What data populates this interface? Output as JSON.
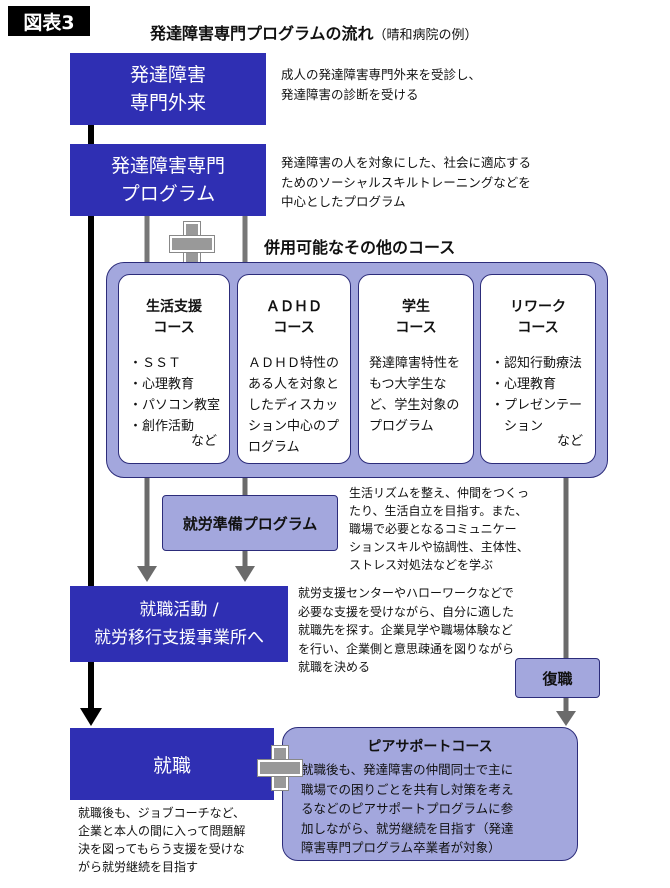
{
  "figure_label": "図表3",
  "title": "発達障害専門プログラムの流れ",
  "title_note": "（晴和病院の例）",
  "steps": {
    "outpatient": {
      "label": "発達障害\n専門外来",
      "desc": "成人の発達障害専門外来を受診し、\n発達障害の診断を受ける"
    },
    "program": {
      "label": "発達障害専門\nプログラム",
      "desc": "発達障害の人を対象にした、社会に適応する\nためのソーシャルスキルトレーニングなどを\n中心としたプログラム"
    },
    "other_courses_title": "併用可能なその他のコース",
    "courses": [
      {
        "title": "生活支援\nコース",
        "body": "・ＳＳＴ\n・心理教育\n・パソコン教室\n・創作活動",
        "etc": "など"
      },
      {
        "title": "ＡＤＨＤ\nコース",
        "body": "ＡＤＨＤ特性の\nある人を対象と\nしたディスカッ\nション中心のプ\nログラム",
        "etc": ""
      },
      {
        "title": "学生\nコース",
        "body": "発達障害特性を\nもつ大学生な\nど、学生対象の\nプログラム",
        "etc": ""
      },
      {
        "title": "リワーク\nコース",
        "body": "・認知行動療法\n・心理教育\n・プレゼンテー\n　ション",
        "etc": "など"
      }
    ],
    "work_prep": {
      "label": "就労準備プログラム",
      "desc": "生活リズムを整え、仲間をつくっ\nたり、生活自立を目指す。また、\n職場で必要となるコミュニケー\nションスキルや協調性、主体性、\nストレス対処法などを学ぶ"
    },
    "job_hunting": {
      "label": "就職活動 /\n就労移行支援事業所へ",
      "desc": "就労支援センターやハローワークなどで\n必要な支援を受けながら、自分に適した\n就職先を探す。企業見学や職場体験など\nを行い、企業側と意思疎通を図りながら\n就職を決める"
    },
    "return_to_work": {
      "label": "復職"
    },
    "employment": {
      "label": "就職",
      "desc": "就職後も、ジョブコーチなど、\n企業と本人の間に入って問題解\n決を図ってもらう支援を受けな\nがら就労継続を目指す"
    },
    "peer_support": {
      "title": "ピアサポートコース",
      "desc": "就職後も、発達障害の仲間同士で主に\n職場での困りごとを共有し対策を考え\nるなどのピアサポートプログラムに参\n加しながら、就労継続を目指す（発達\n障害専門プログラム卒業者が対象）"
    }
  },
  "colors": {
    "navy": "#2f2fb3",
    "lavender": "#a3a7dd",
    "gray_arrow": "#6b6b6b",
    "black_arrow": "#000000"
  }
}
